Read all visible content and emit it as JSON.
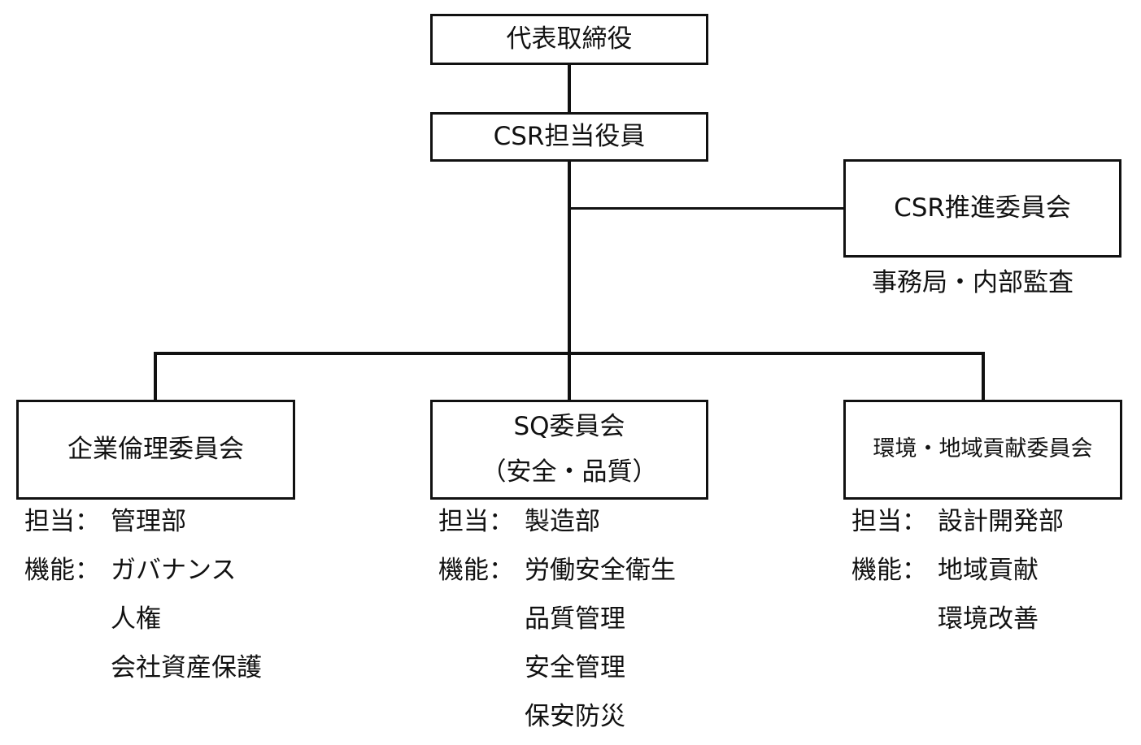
{
  "nodes": {
    "ceo": "代表取締役",
    "csr_officer": "CSR担当役員",
    "csr_committee": "CSR推進委員会",
    "csr_committee_caption": "事務局・内部監査",
    "ethics": "企業倫理委員会",
    "sq_line1": "SQ委員会",
    "sq_line2": "（安全・品質）",
    "env": "環境・地域貢献委員会"
  },
  "departments": {
    "ethics": {
      "owner_label": "担当：",
      "owner": "管理部",
      "function_label": "機能：",
      "functions": [
        "ガバナンス",
        "人権",
        "会社資産保護"
      ]
    },
    "sq": {
      "owner_label": "担当：",
      "owner": "製造部",
      "function_label": "機能：",
      "functions": [
        "労働安全衛生",
        "品質管理",
        "安全管理",
        "保安防災"
      ]
    },
    "env": {
      "owner_label": "担当：",
      "owner": "設計開発部",
      "function_label": "機能：",
      "functions": [
        "地域貢献",
        "環境改善"
      ]
    }
  }
}
